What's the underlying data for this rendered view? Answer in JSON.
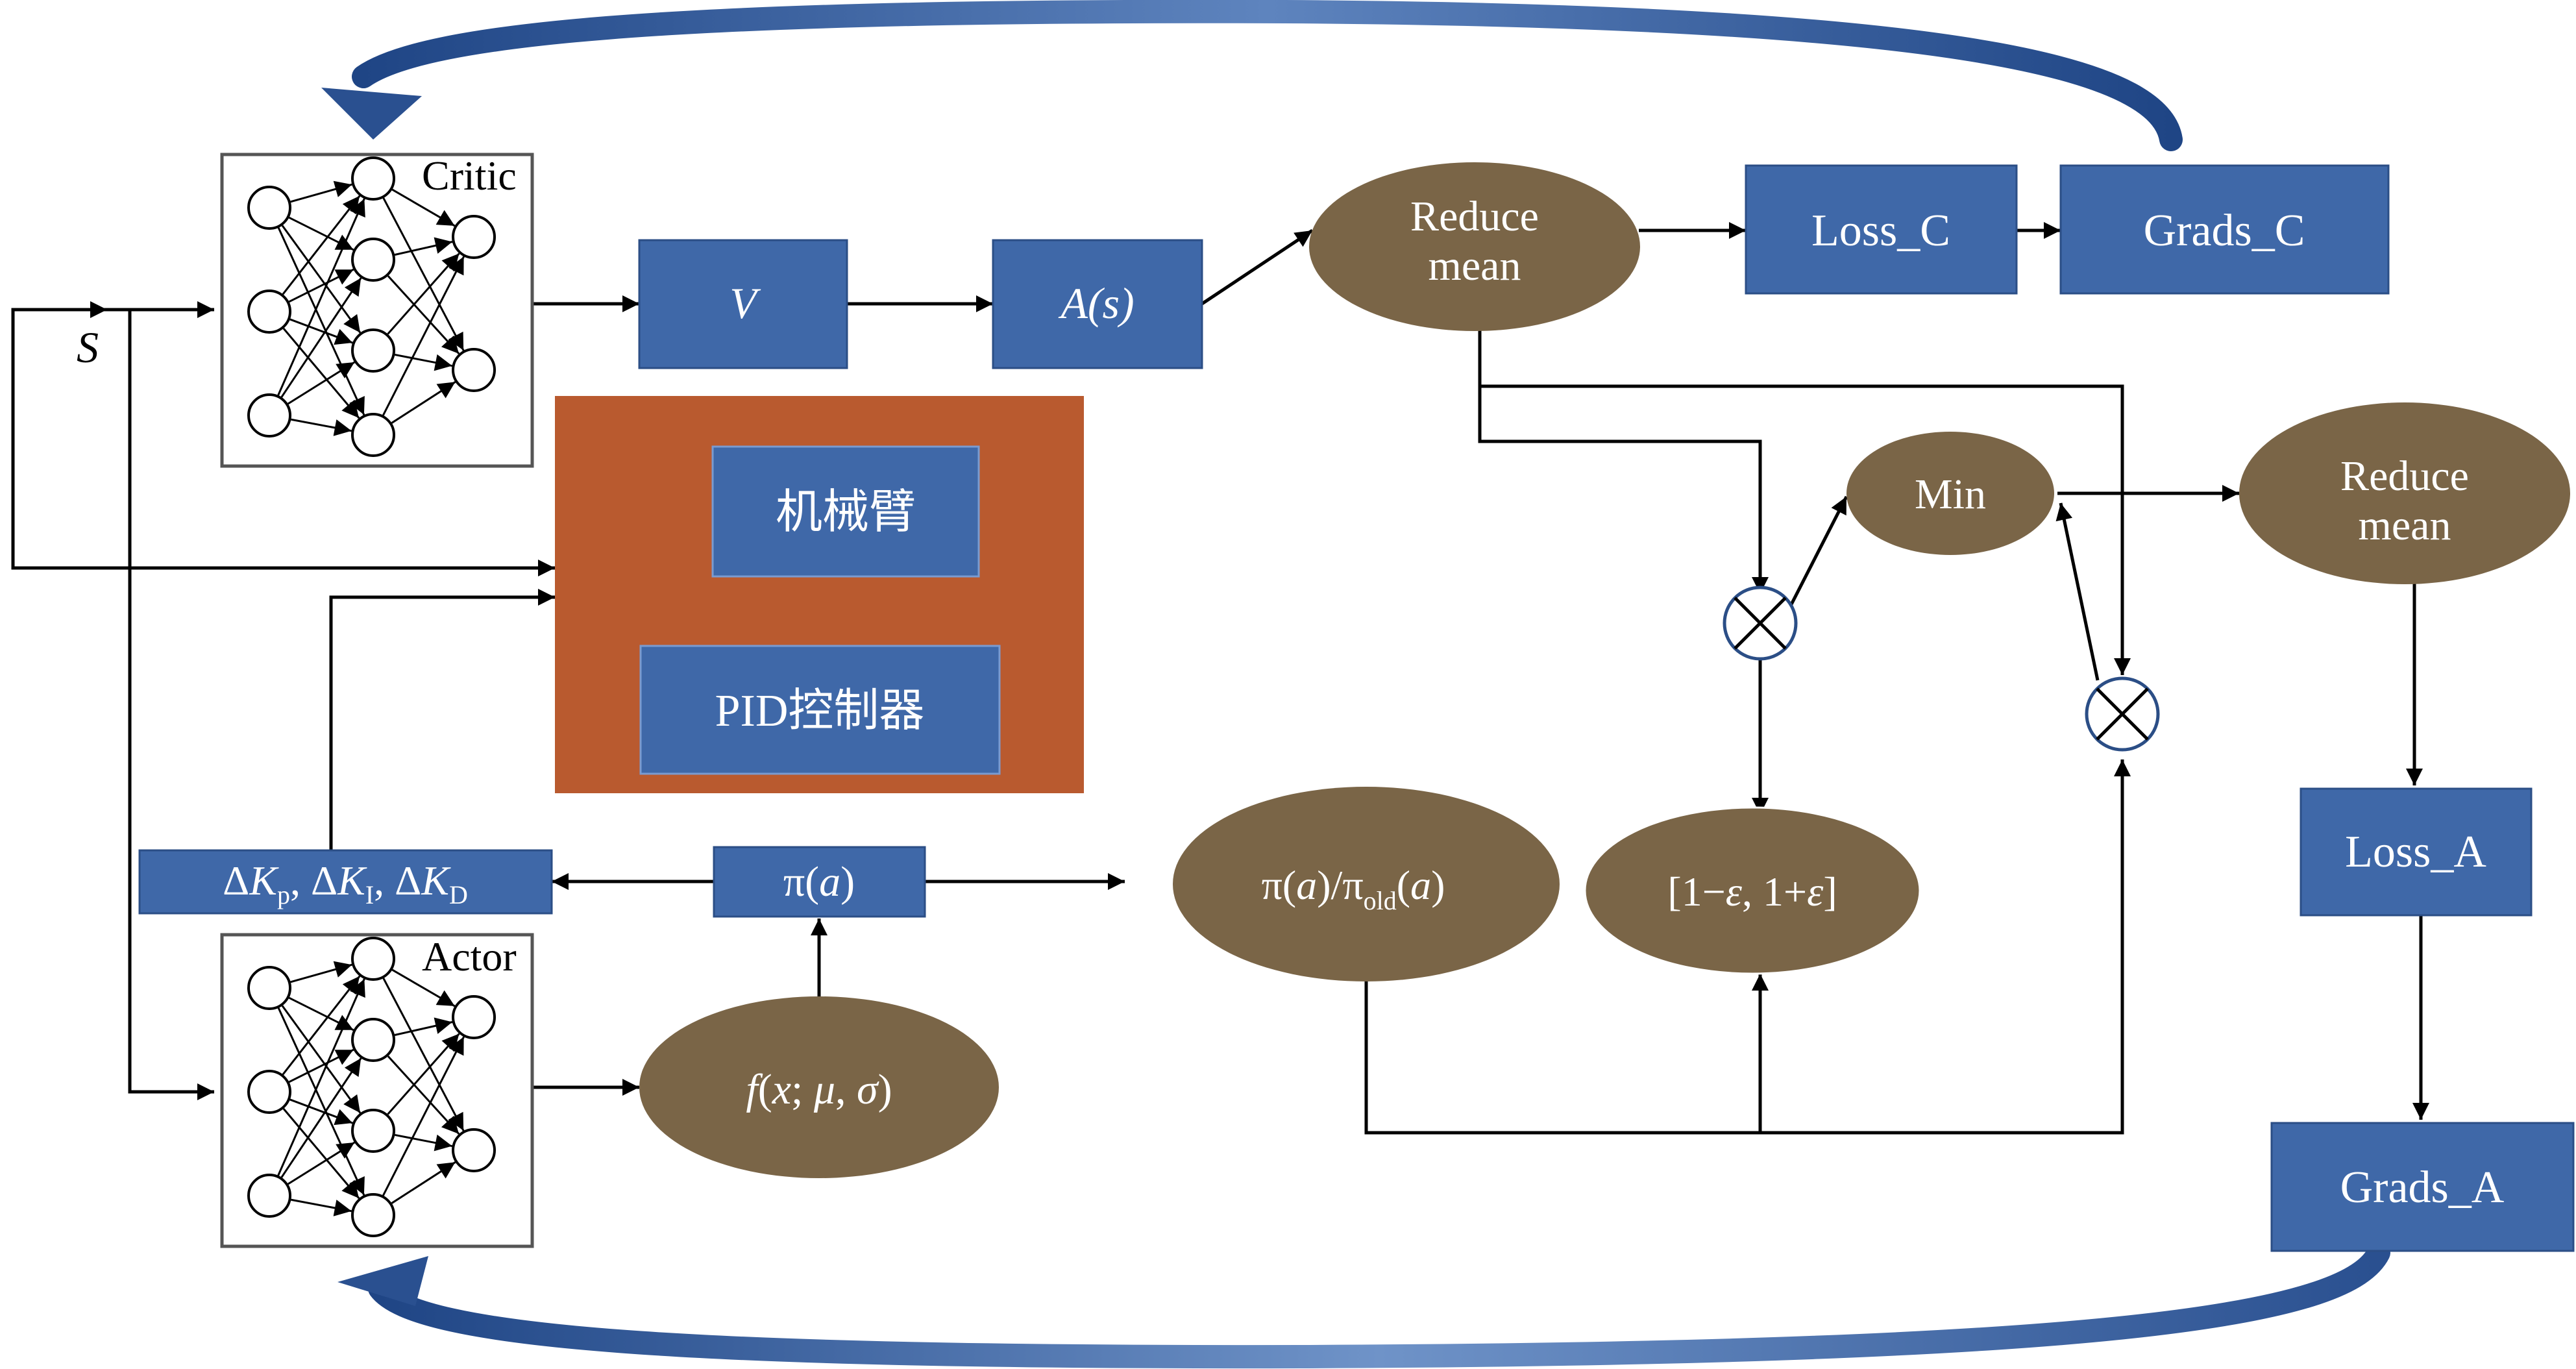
{
  "colors": {
    "box_blue": "#3F68A8",
    "ellipse_brown": "#7A6547",
    "env_orange": "#B95A2F",
    "line": "#000000",
    "arc_dark": "#1F4585",
    "arc_light": "#6F93C8"
  },
  "labels": {
    "critic": "Critic",
    "actor": "Actor",
    "state": "S",
    "v": "V",
    "a_s": "A(s)",
    "reduce_mean": "Reduce\nmean",
    "loss_c": "Loss_C",
    "grads_c": "Grads_C",
    "arm": "机械臂",
    "pid": "PID控制器",
    "min": "Min",
    "delta_k": "ΔKp, ΔKI, ΔKD",
    "pi_a": "π(a)",
    "ratio": "π(a)/πold(a)",
    "clip": "[1−ε, 1+ε]",
    "f_dist": "f(x; μ, σ)",
    "loss_a": "Loss_A",
    "grads_a": "Grads_A"
  }
}
